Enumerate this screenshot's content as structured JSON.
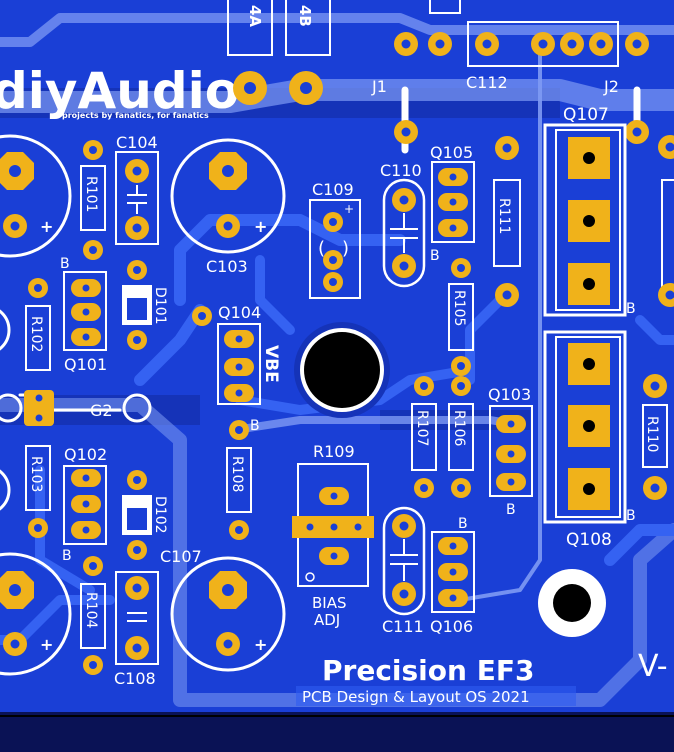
{
  "colors": {
    "board": "#1a3fd6",
    "board_dark": "#1533b8",
    "trace": "#2f5cf0",
    "trace_light": "#7e9af4",
    "silk": "#ffffff",
    "pad": "#f0b21a",
    "pad_inner": "#f6c94a",
    "hole": "#000000",
    "edge": "#0a1255"
  },
  "branding": {
    "logo": "diyAudio",
    "tagline": "projects by fanatics, for fanatics"
  },
  "title": {
    "main": "Precision EF3",
    "sub": "PCB Design & Layout OS 2021"
  },
  "partial_text": {
    "v_minus": "V-",
    "top_a": "4A",
    "top_b": "4B"
  },
  "labels": {
    "J1": "J1",
    "J2": "J2",
    "C112": "C112",
    "Q107": "Q107",
    "Q108": "Q108",
    "C104": "C104",
    "R101": "R101",
    "C103": "C103",
    "C109": "C109",
    "C110": "C110",
    "Q105": "Q105",
    "R111": "R111",
    "D101": "D101",
    "R102": "R102",
    "Q101": "Q101",
    "Q104": "Q104",
    "VBE": "VBE",
    "R105": "R105",
    "G2": "G2",
    "R103": "R103",
    "Q102": "Q102",
    "D102": "D102",
    "R108": "R108",
    "R109": "R109",
    "R107": "R107",
    "R106": "R106",
    "Q103": "Q103",
    "R110": "R110",
    "C107": "C107",
    "R104": "R104",
    "C108": "C108",
    "BIAS": "BIAS",
    "ADJ": "ADJ",
    "C111": "C111",
    "Q106": "Q106",
    "B": "B",
    "plus": "+"
  }
}
